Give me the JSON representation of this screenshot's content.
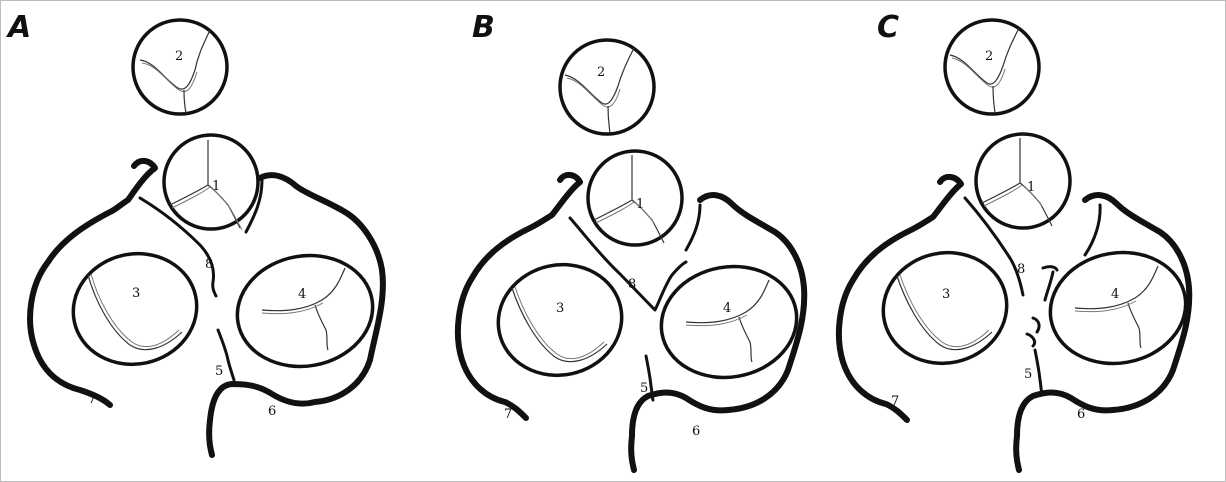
{
  "panels": [
    {
      "letter": "A",
      "labels": [
        "1",
        "2",
        "3",
        "4",
        "5",
        "6",
        "7",
        "8"
      ]
    },
    {
      "letter": "B",
      "labels": [
        "1",
        "2",
        "3",
        "4",
        "5",
        "6",
        "7",
        "8"
      ]
    },
    {
      "letter": "C",
      "labels": [
        "1",
        "2",
        "3",
        "4",
        "5",
        "6",
        "7",
        "8"
      ]
    }
  ],
  "colors": {
    "line": "#111111",
    "frame": "#bdbdbd",
    "background": "#ffffff"
  }
}
